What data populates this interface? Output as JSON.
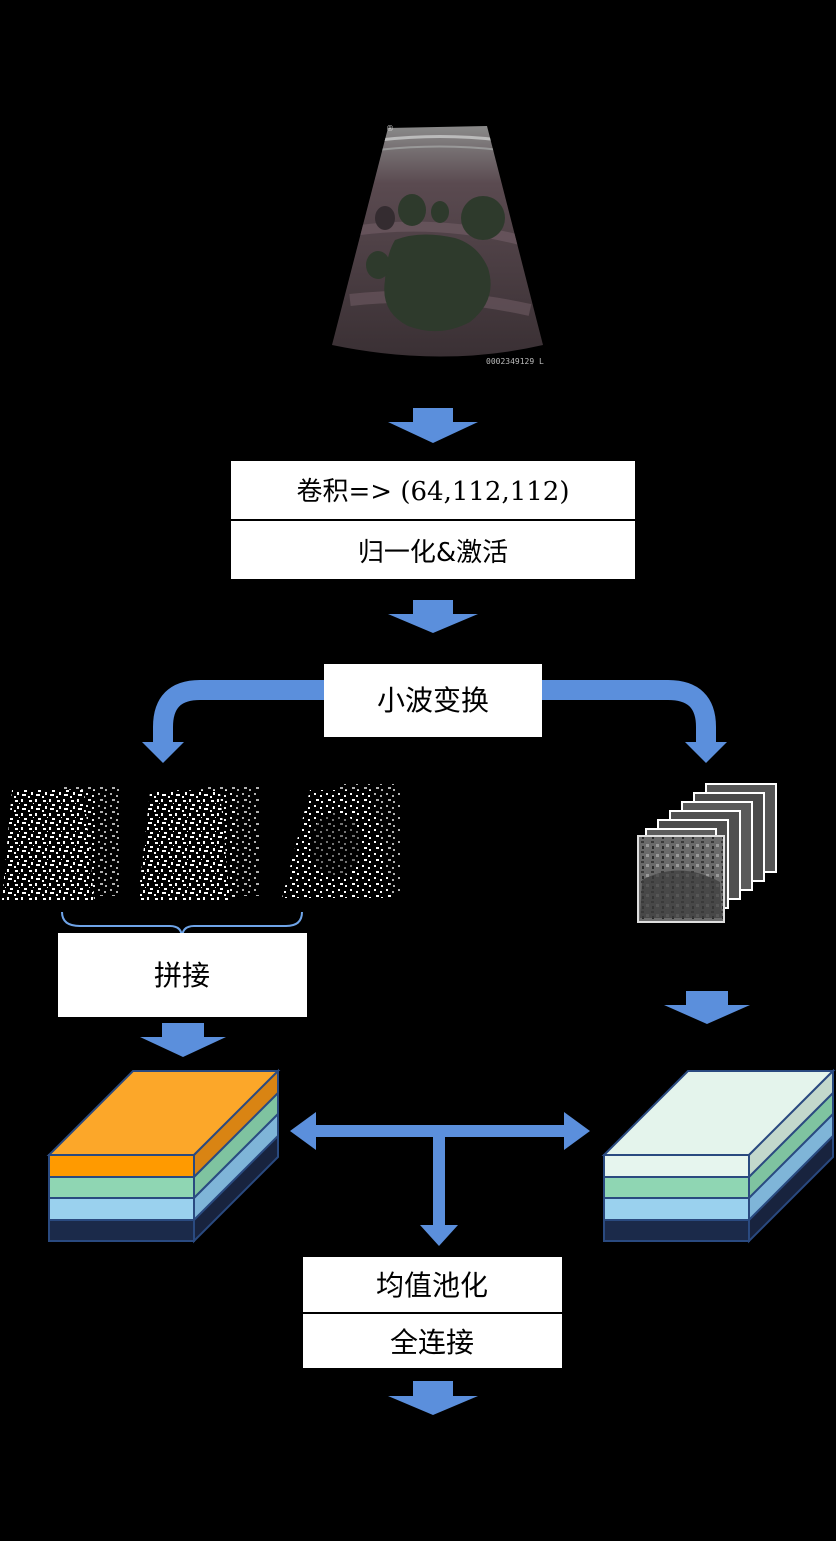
{
  "ultrasound": {
    "watermark": "®",
    "footer_code": "0002349129 L"
  },
  "steps": {
    "conv_prefix": "卷积",
    "conv_shape": "=> (64,112,112)",
    "norm_act": "归一化&激活",
    "wavelet": "小波变换",
    "concat": "拼接",
    "avg_pool": "均值池化",
    "fully_connected": "全连接"
  },
  "colors": {
    "background": "#000000",
    "arrow": "#5b8fdc",
    "box_fill": "#ffffff",
    "brace": "#6fa4e8",
    "left_stack": {
      "top_face": "#fca729",
      "layers": [
        "#ff9a00",
        "#8fd6b3",
        "#9ad1ee",
        "#1b2a4a"
      ],
      "side_layers": [
        "#d98413",
        "#7fc3a0",
        "#7fb5d8",
        "#18233e"
      ]
    },
    "right_stack": {
      "top_face": "#e4f4ec",
      "layers": [
        "#e6f5ee",
        "#8fd6b3",
        "#9ad1ee",
        "#1b2a4a"
      ],
      "side_layers": [
        "#c3d8cc",
        "#7fc3a0",
        "#7fb5d8",
        "#18233e"
      ]
    }
  }
}
